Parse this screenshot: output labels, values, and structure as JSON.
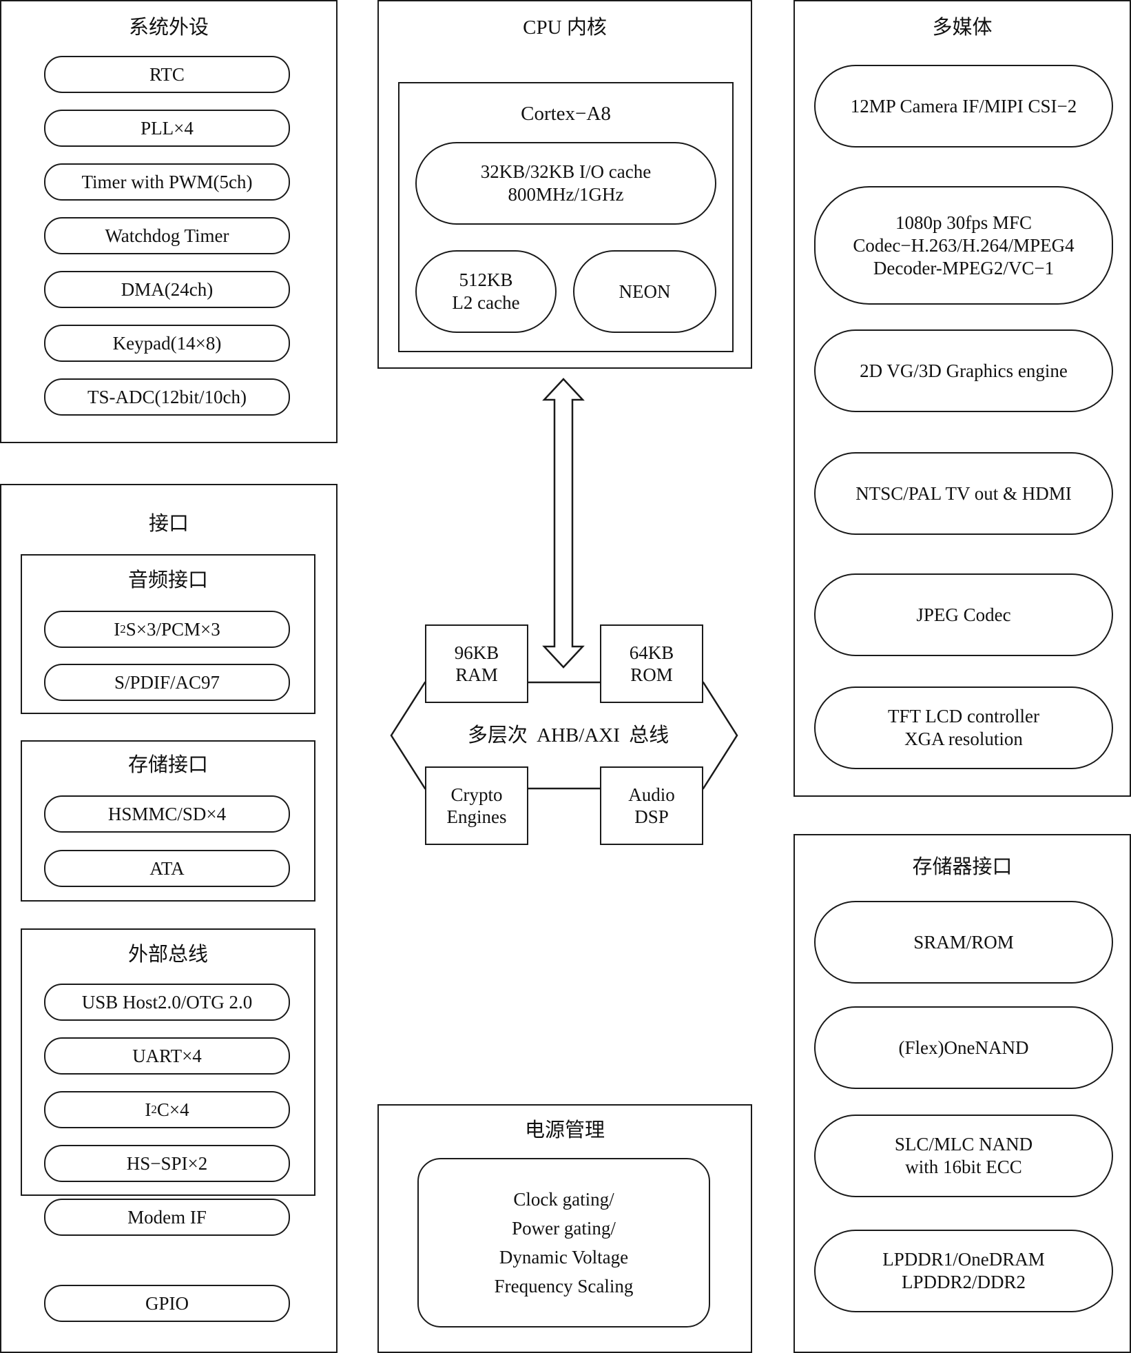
{
  "system_peripherals": {
    "title": "系统外设",
    "items": [
      "RTC",
      "PLL×4",
      "Timer with PWM(5ch)",
      "Watchdog Timer",
      "DMA(24ch)",
      "Keypad(14×8)",
      "TS-ADC(12bit/10ch)"
    ]
  },
  "interfaces": {
    "title": "接口",
    "audio": {
      "title": "音频接口",
      "i2s_prefix": "I",
      "i2s_sup": "2",
      "i2s_suffix": "S×3/PCM×3",
      "spdif": "S/PDIF/AC97"
    },
    "storage": {
      "title": "存储接口",
      "items": [
        "HSMMC/SD×4",
        "ATA"
      ]
    },
    "external_bus": {
      "title": "外部总线",
      "usb": "USB Host2.0/OTG 2.0",
      "uart": "UART×4",
      "i2c_prefix": "I",
      "i2c_sup": "2",
      "i2c_suffix": "C×4",
      "spi": "HS−SPI×2",
      "modem": "Modem IF"
    },
    "gpio": "GPIO"
  },
  "cpu_core": {
    "title": "CPU 内核",
    "cortex": {
      "title": "Cortex−A8",
      "cache": "32KB/32KB I/O cache\n800MHz/1GHz",
      "l2": "512KB\nL2 cache",
      "neon": "NEON"
    }
  },
  "bus": {
    "label": "多层次  AHB/AXI  总线",
    "ram": "96KB\nRAM",
    "rom": "64KB\nROM",
    "crypto": "Crypto\nEngines",
    "audio_dsp": "Audio\nDSP"
  },
  "power": {
    "title": "电源管理",
    "content": "Clock gating/\nPower gating/\nDynamic Voltage\nFrequency Scaling"
  },
  "multimedia": {
    "title": "多媒体",
    "items": [
      "12MP Camera IF/MIPI CSI−2",
      "1080p 30fps MFC\nCodec−H.263/H.264/MPEG4\nDecoder-MPEG2/VC−1",
      "2D VG/3D Graphics engine",
      "NTSC/PAL TV out & HDMI",
      "JPEG Codec",
      "TFT LCD controller\nXGA resolution"
    ]
  },
  "memory_interface": {
    "title": "存储器接口",
    "items": [
      "SRAM/ROM",
      "(Flex)OneNAND",
      "SLC/MLC NAND\n with 16bit ECC",
      "LPDDR1/OneDRAM\nLPDDR2/DDR2"
    ]
  },
  "colors": {
    "line": "#1a1a1a",
    "background": "#ffffff",
    "text": "#111111"
  }
}
